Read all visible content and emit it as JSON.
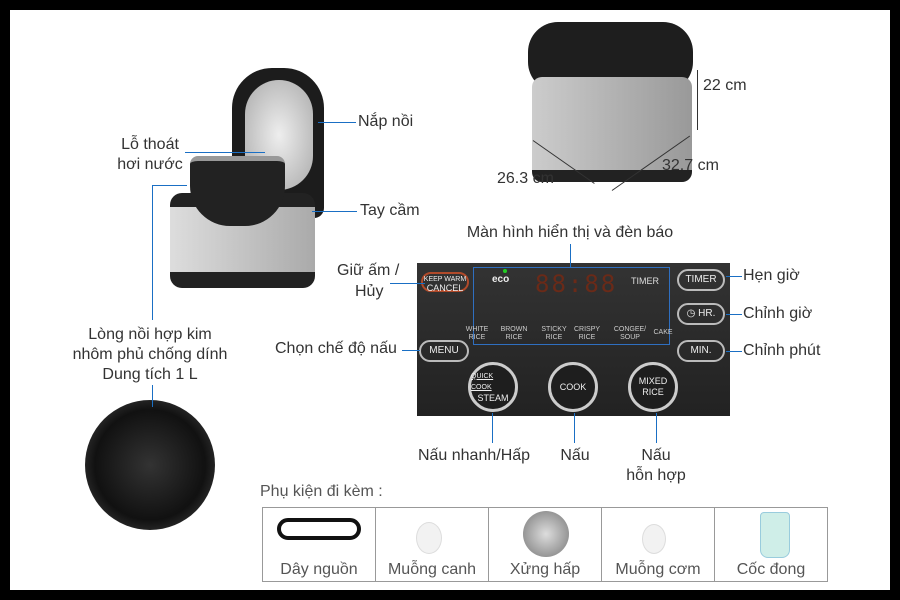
{
  "labels": {
    "lid": "Nắp nồi",
    "steam_vent_1": "Lỗ thoát",
    "steam_vent_2": "hơi nước",
    "handle": "Tay cầm",
    "height": "22 cm",
    "depth": "26.3 cm",
    "width": "32.7 cm",
    "display": "Màn hình hiển thị và đèn báo",
    "keep_warm_1": "Giữ ấm /",
    "keep_warm_2": "Hủy",
    "menu_select": "Chọn chế độ nấu",
    "timer": "Hẹn giờ",
    "hour": "Chỉnh giờ",
    "minute": "Chỉnh phút",
    "pot_1": "Lòng nồi hợp kim",
    "pot_2": "nhôm phủ chống dính",
    "pot_3": "Dung tích 1 L",
    "quick": "Nấu nhanh/Hấp",
    "cook": "Nấu",
    "mixed_1": "Nấu",
    "mixed_2": "hỗn hợp"
  },
  "panel": {
    "keep_warm_1": "KEEP WARM",
    "keep_warm_2": "CANCEL",
    "eco": "eco",
    "digits": "88:88",
    "timer_label": "TIMER",
    "timer_btn": "TIMER",
    "hr_btn": "HR.",
    "min_btn": "MIN.",
    "menu_btn": "MENU",
    "quick_1": "QUICK COOK",
    "quick_2": "STEAM",
    "cook_btn": "COOK",
    "mixed_1": "MIXED",
    "mixed_2": "RICE",
    "modes": [
      {
        "l1": "WHITE",
        "l2": "RICE"
      },
      {
        "l1": "BROWN",
        "l2": "RICE"
      },
      {
        "l1": "STICKY",
        "l2": "RICE"
      },
      {
        "l1": "CRISPY",
        "l2": "RICE"
      },
      {
        "l1": "CONGEE/",
        "l2": "SOUP"
      },
      {
        "l1": "CAKE",
        "l2": ""
      }
    ]
  },
  "accessories": {
    "title": "Phụ kiện đi kèm :",
    "items": [
      "Dây nguồn",
      "Muỗng canh",
      "Xửng hấp",
      "Muỗng cơm",
      "Cốc đong"
    ]
  },
  "colors": {
    "accent_line": "#1a6fc4",
    "panel": "#2a2a2a",
    "digit": "#6a2a18"
  }
}
